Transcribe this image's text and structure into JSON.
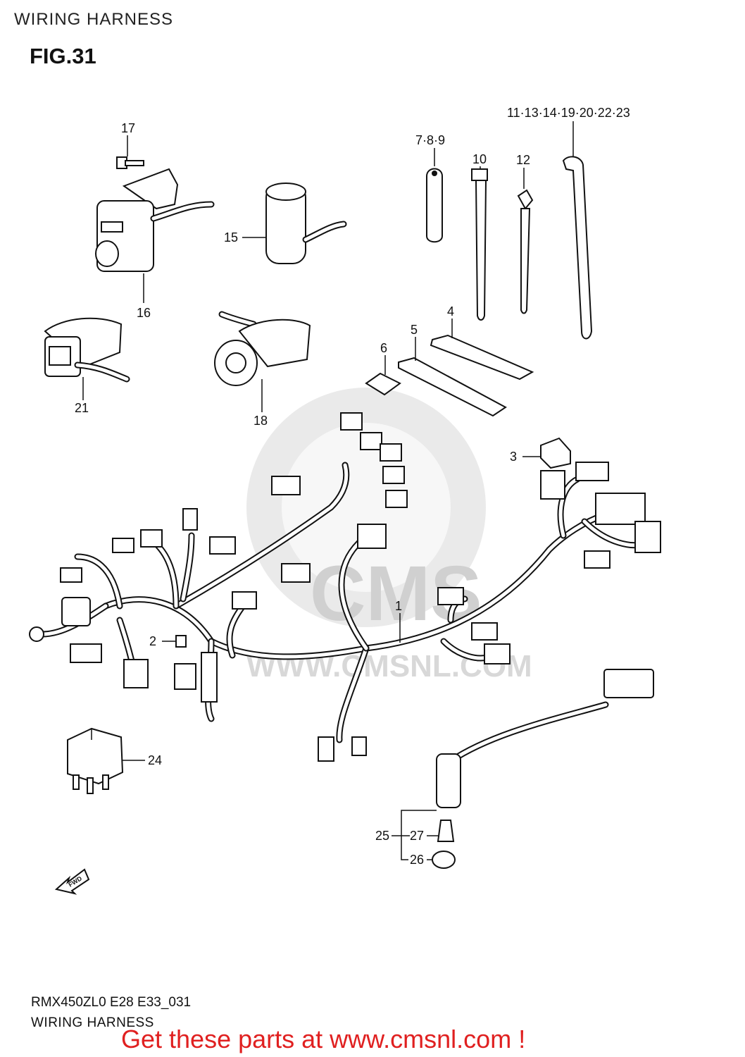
{
  "header": {
    "section": "WIRING HARNESS",
    "figure": "FIG.31"
  },
  "watermark": {
    "text": "WWW.CMSNL.COM",
    "logo": "CMS"
  },
  "callouts": {
    "c1": "1",
    "c2": "2",
    "c3": "3",
    "c4": "4",
    "c5": "5",
    "c6": "6",
    "c789": "7·8·9",
    "c10": "10",
    "c12": "12",
    "cgroup": "11·13·14·19·20·22·23",
    "c15": "15",
    "c16": "16",
    "c17": "17",
    "c18": "18",
    "c21": "21",
    "c24": "24",
    "c25": "25",
    "c26": "26",
    "c27": "27"
  },
  "fwd_label": "FWD",
  "footer": {
    "model_code": "RMX450ZL0 E28 E33_031",
    "title": "WIRING HARNESS",
    "promo": "Get these parts at www.cmsnl.com !"
  },
  "colors": {
    "promo": "#e02020",
    "line": "#111111",
    "watermark": "#d8d8d8"
  }
}
